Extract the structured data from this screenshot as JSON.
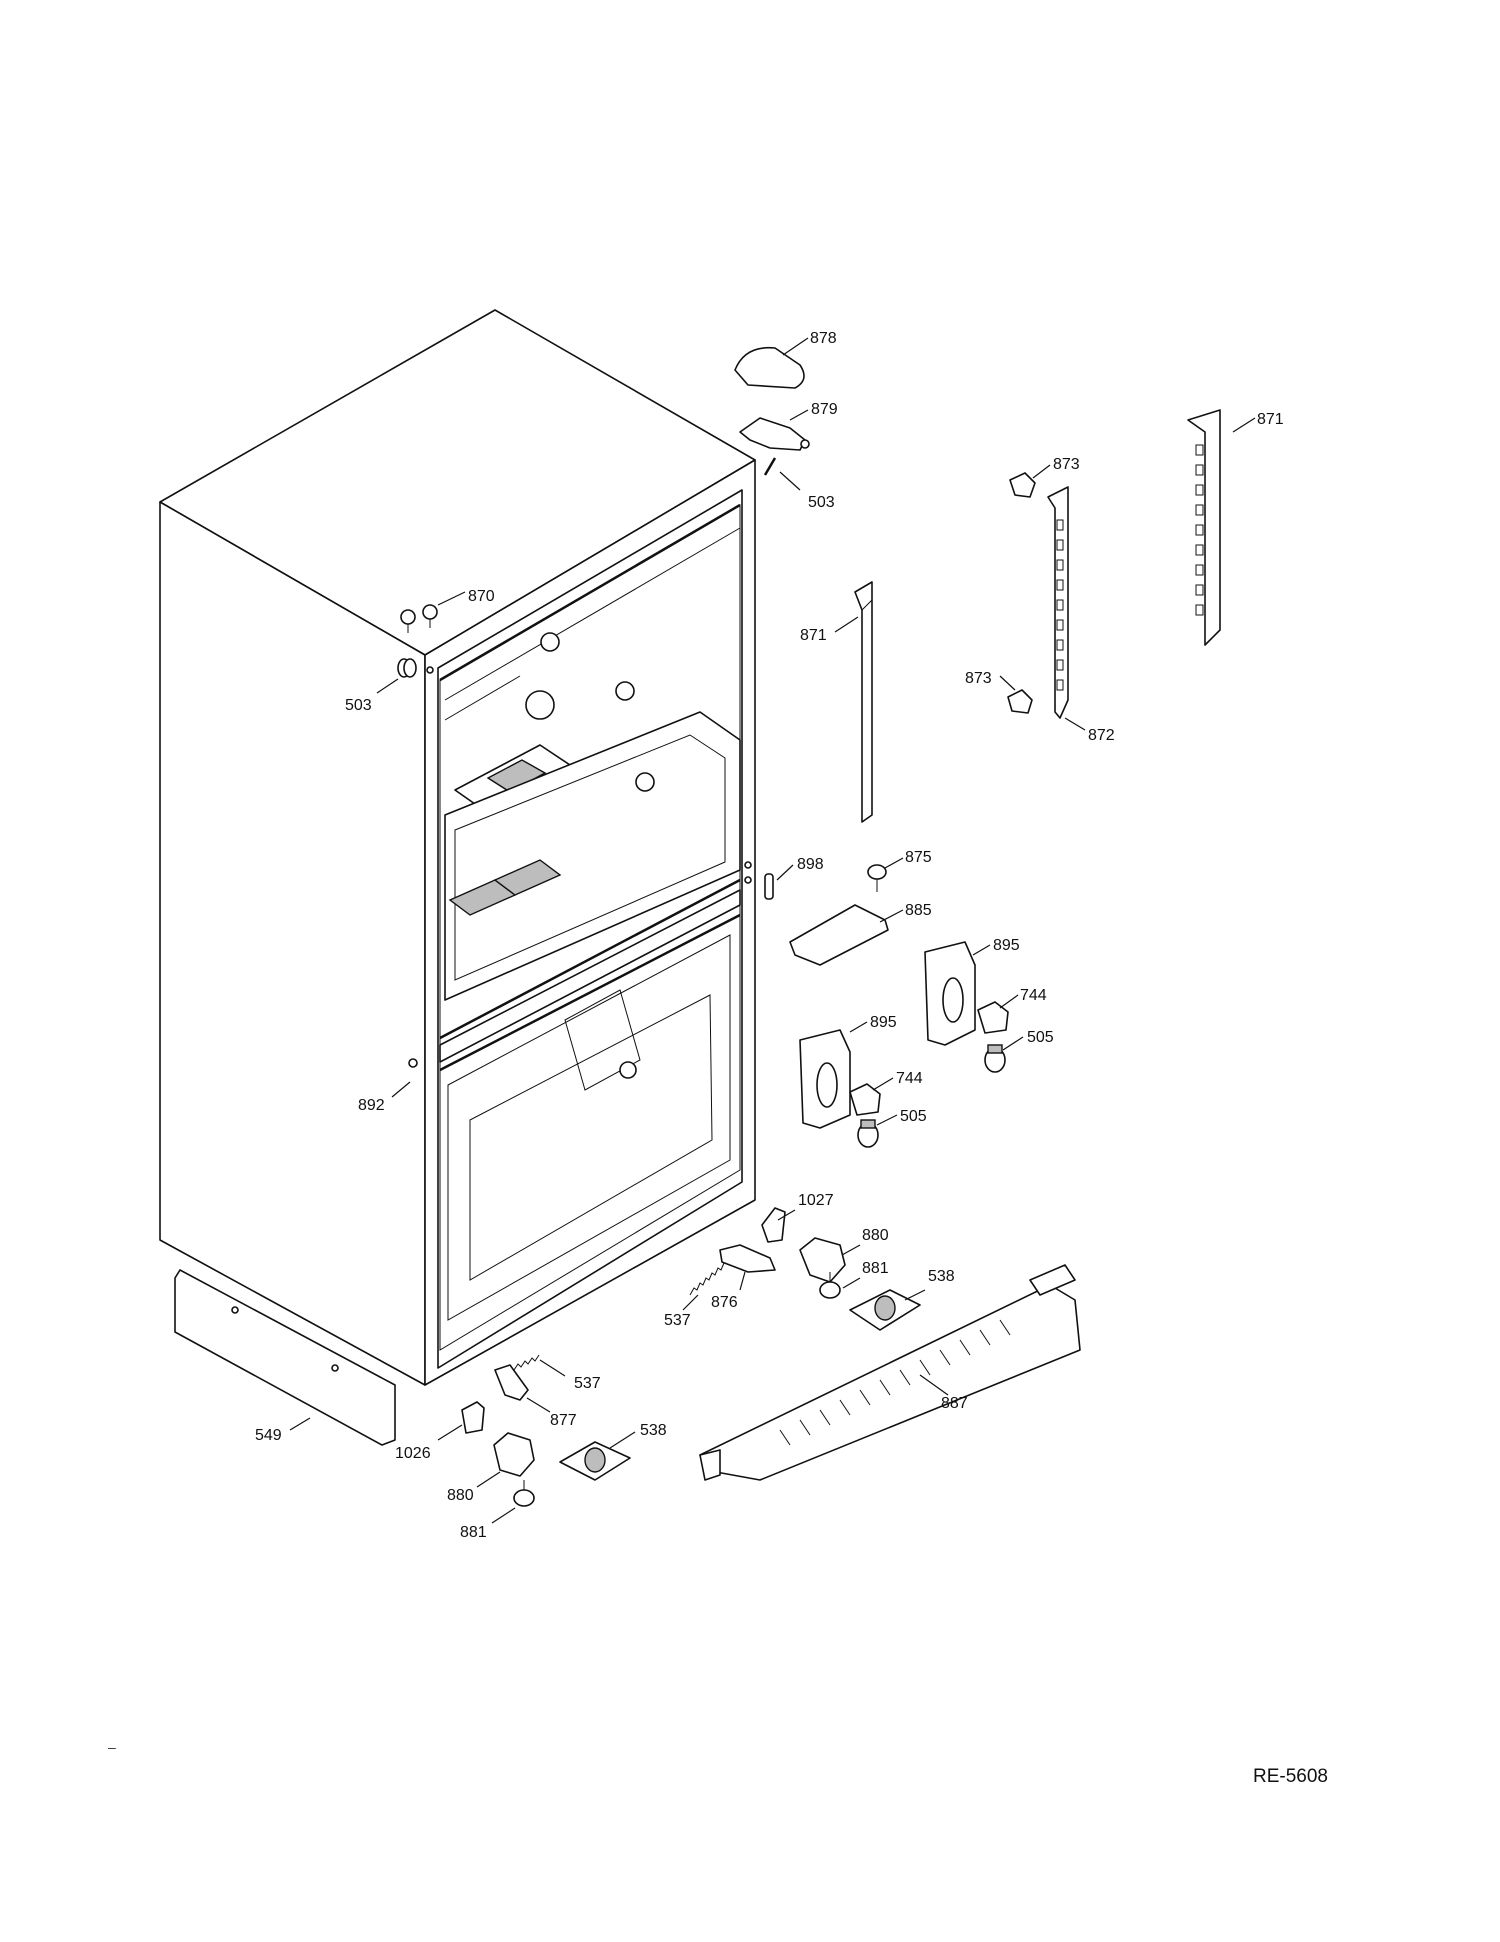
{
  "drawing_number": "RE-5608",
  "corner_mark": "–",
  "callouts": {
    "c878": "878",
    "c879": "879",
    "c503a": "503",
    "c871a": "871",
    "c873a": "873",
    "c870": "870",
    "c503b": "503",
    "c871b": "871",
    "c873b": "873",
    "c872": "872",
    "c898": "898",
    "c875": "875",
    "c885": "885",
    "c895a": "895",
    "c744a": "744",
    "c505a": "505",
    "c895b": "895",
    "c744b": "744",
    "c505b": "505",
    "c892": "892",
    "c1027": "1027",
    "c880a": "880",
    "c881a": "881",
    "c538a": "538",
    "c537a": "537",
    "c876": "876",
    "c887": "887",
    "c537b": "537",
    "c877": "877",
    "c538b": "538",
    "c549": "549",
    "c1026": "1026",
    "c880b": "880",
    "c881b": "881"
  }
}
